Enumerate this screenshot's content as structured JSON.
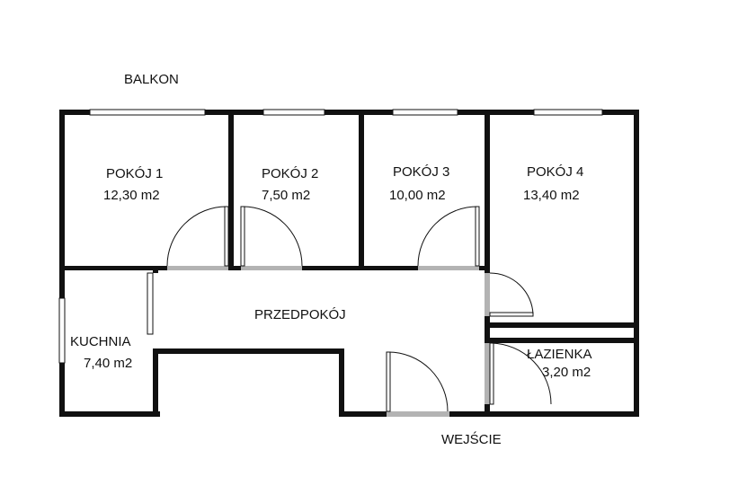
{
  "labels": {
    "balcony": "BALKON",
    "entrance": "WEJŚCIE",
    "hallway": "PRZEDPOKÓJ"
  },
  "rooms": [
    {
      "name": "POKÓJ 1",
      "area": "12,30 m2"
    },
    {
      "name": "POKÓJ 2",
      "area": "7,50 m2"
    },
    {
      "name": "POKÓJ 3",
      "area": "10,00 m2"
    },
    {
      "name": "POKÓJ 4",
      "area": "13,40 m2"
    },
    {
      "name": "KUCHNIA",
      "area": "7,40 m2"
    },
    {
      "name": "ŁAZIENKA",
      "area": "3,20 m2"
    }
  ],
  "colors": {
    "wall": "#111111",
    "opening": "#b3b3b3",
    "background": "#ffffff"
  }
}
